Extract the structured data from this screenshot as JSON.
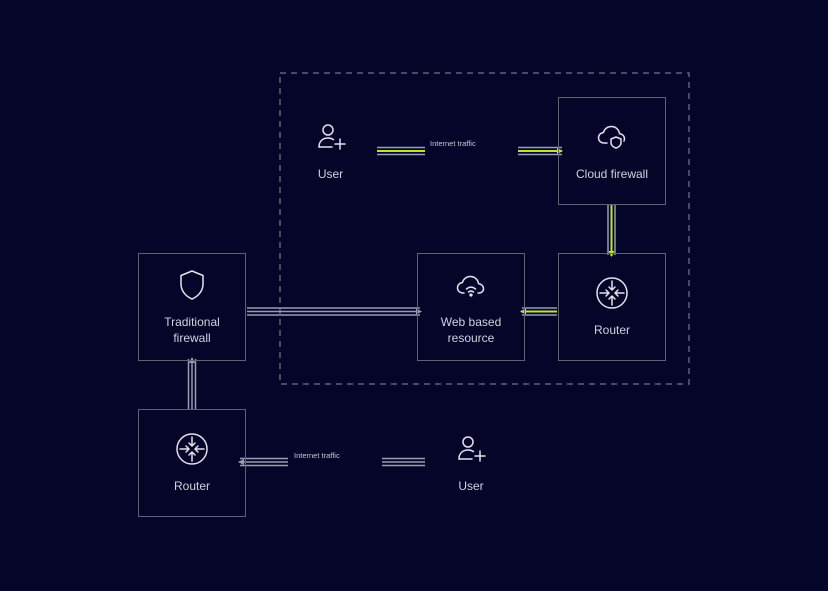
{
  "colors": {
    "background": "#05052a",
    "border": "#5f6173",
    "arrow_gray": "#9a9cae",
    "arrow_green": "#b7e82c",
    "text": "#d0d2dc"
  },
  "nodes": {
    "user_top": {
      "label": "User",
      "icon": "user-plus-icon"
    },
    "cloud_firewall": {
      "label": "Cloud firewall",
      "icon": "cloud-shield-icon"
    },
    "router_right": {
      "label": "Router",
      "icon": "router-icon"
    },
    "web_resource": {
      "label": "Web based\nresource",
      "icon": "cloud-wifi-icon"
    },
    "traditional_firewall": {
      "label": "Traditional\nfirewall",
      "icon": "shield-icon"
    },
    "router_bottom": {
      "label": "Router",
      "icon": "router-icon"
    },
    "user_bottom": {
      "label": "User",
      "icon": "user-plus-icon"
    }
  },
  "edges": {
    "top_traffic_label": "Internet traffic",
    "bottom_traffic_label": "Internet traffic"
  }
}
